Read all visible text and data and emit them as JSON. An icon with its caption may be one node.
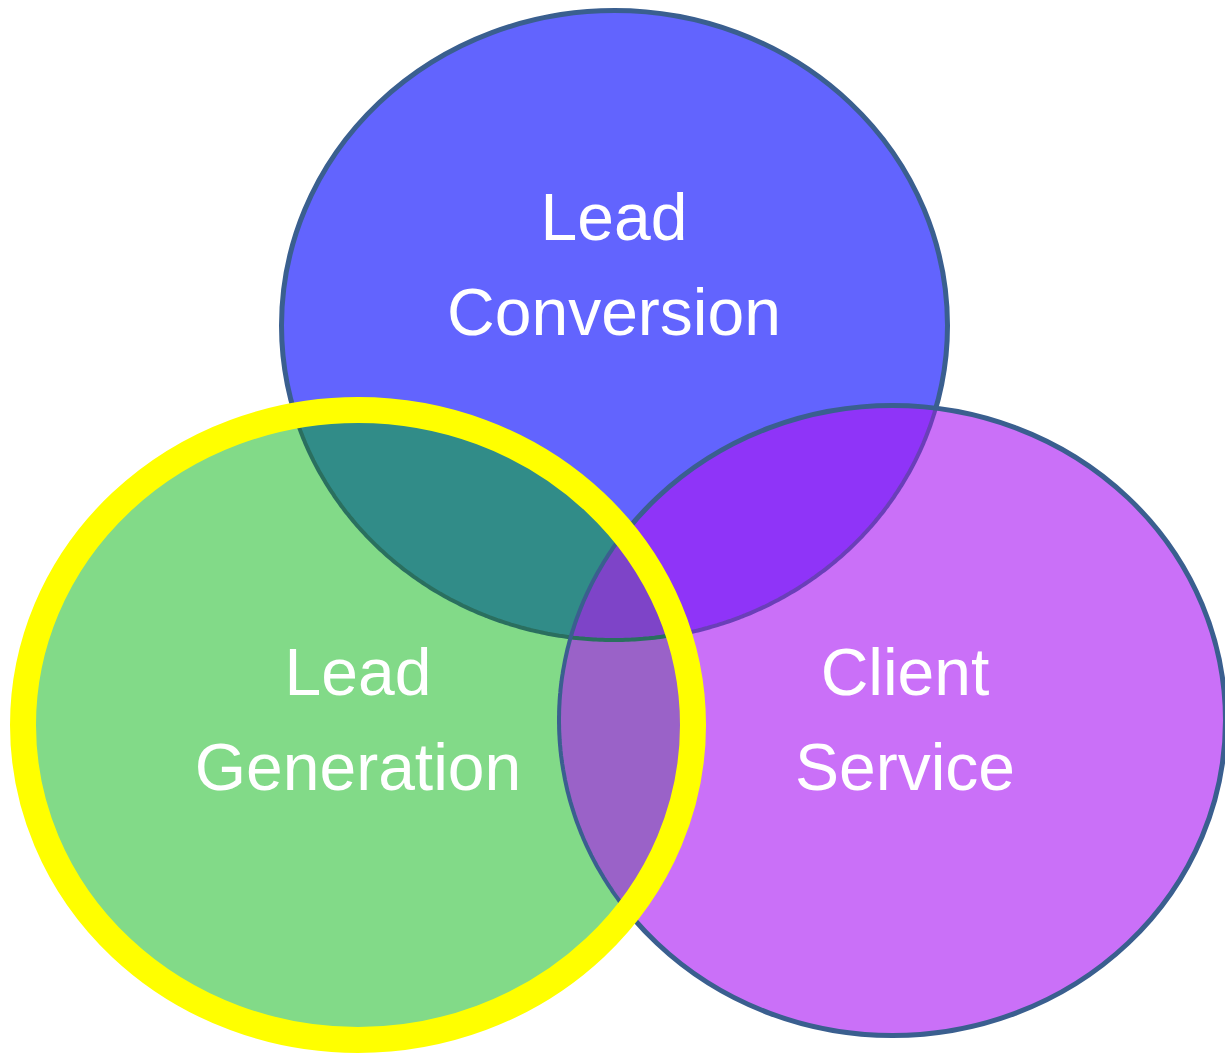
{
  "diagram": {
    "nodes": [
      {
        "text": [
          "Lead Conversion"
        ]
      },
      {
        "text": [
          "Lead Generation"
        ]
      },
      {
        "text": [
          "Client Service"
        ]
      }
    ]
  }
}
